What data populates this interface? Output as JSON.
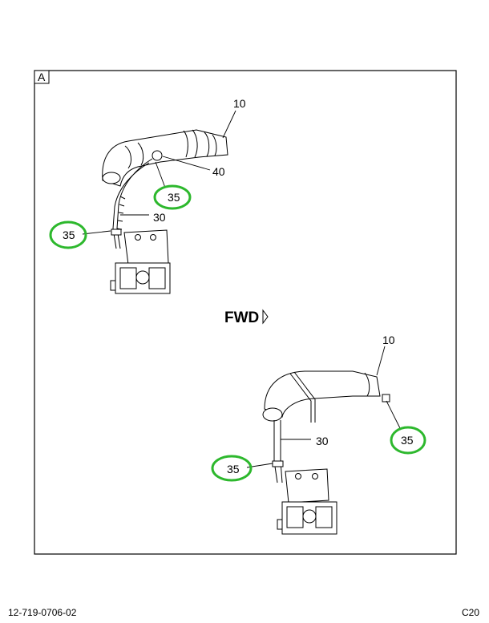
{
  "section_label": "A",
  "direction_label": "FWD",
  "highlight_color": "#2db82d",
  "upper_assembly": {
    "callouts": {
      "hose_a": "10",
      "clamp": "40",
      "fitting_top": "35",
      "tube": "30",
      "fitting_bottom": "35"
    }
  },
  "lower_assembly": {
    "callouts": {
      "hose_a": "10",
      "tube": "30",
      "fitting_right": "35",
      "fitting_left": "35"
    }
  },
  "footer": {
    "document_id": "12-719-0706-02",
    "page_code": "C20"
  }
}
